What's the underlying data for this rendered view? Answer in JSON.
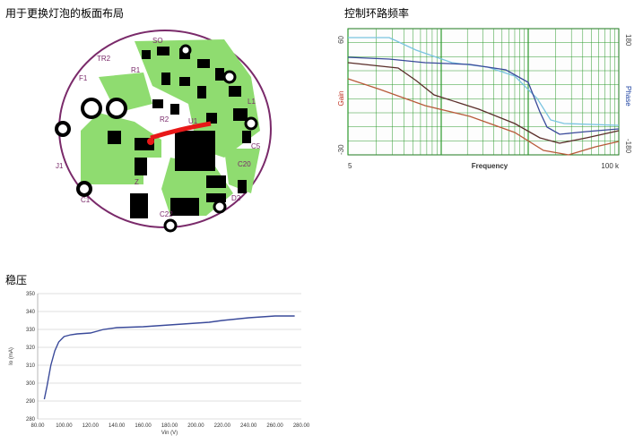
{
  "sections": {
    "pcb": {
      "title": "用于更换灯泡的板面布局",
      "labels": [
        "TR2",
        "F1",
        "J1",
        "C1",
        "Z",
        "R1",
        "R2",
        "U1",
        "C5",
        "C22",
        "C20",
        "SO",
        "L1",
        "D2"
      ]
    },
    "bode": {
      "title": "控制环路频率",
      "left_axis": {
        "label": "Gain",
        "top": "60",
        "bottom": "-30",
        "color": "#c03020"
      },
      "right_axis": {
        "label": "Phase",
        "top": "180",
        "bottom": "-180",
        "color": "#1a3fa0"
      },
      "x_axis": {
        "label": "Frequency",
        "left": "5",
        "right": "100 k"
      }
    },
    "regulation": {
      "title": "稳压"
    }
  },
  "chart_data": {
    "type": "line",
    "title": "",
    "xlabel": "Vin (V)",
    "ylabel": "Io (mA)",
    "xlim": [
      80,
      280
    ],
    "ylim": [
      280,
      350
    ],
    "x_ticks": [
      "80.00",
      "100.00",
      "120.00",
      "140.00",
      "160.00",
      "180.00",
      "200.00",
      "220.00",
      "240.00",
      "260.00",
      "280.00"
    ],
    "y_ticks": [
      "280",
      "290",
      "300",
      "310",
      "320",
      "330",
      "340",
      "350"
    ],
    "grid": true,
    "series": [
      {
        "color": "#3a4a9a",
        "x": [
          85,
          87,
          90,
          93,
          96,
          100,
          105,
          110,
          120,
          130,
          140,
          160,
          180,
          200,
          210,
          220,
          240,
          260,
          275
        ],
        "y": [
          291,
          298,
          310,
          318,
          323,
          326,
          327,
          327.5,
          328,
          330,
          331,
          331.5,
          332.5,
          333.5,
          334,
          335,
          336.5,
          337.5,
          337.5
        ]
      }
    ]
  }
}
